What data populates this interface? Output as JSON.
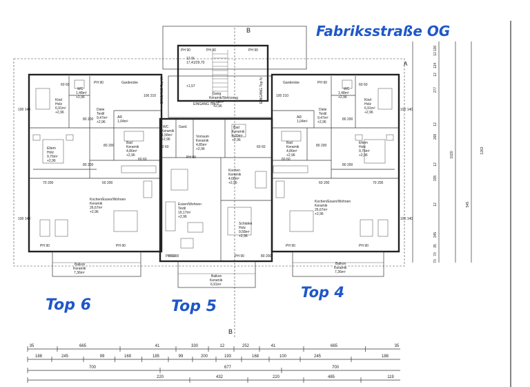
{
  "title_handwritten": "Fabriksstraße OG",
  "top_labels": {
    "left": "Top 6",
    "middle": "Top 5",
    "right": "Top 4"
  },
  "section_marks": {
    "top": "B",
    "bottom": "B",
    "axis_right": "A"
  },
  "stair": {
    "ph": "PH 90",
    "left_ph": "PH 90",
    "right_ph": "PH 90",
    "steps": "12 St",
    "rise": "17,41/29,70",
    "level": "+1,57"
  },
  "corridor": {
    "name": "Gang",
    "floor": "Keramik/Steinzeug",
    "area": "12,04m²",
    "height": "+2,96",
    "entrance_6": "EINGANG Top VI",
    "entrance_5": "EINGANG Top V",
    "entrance_4": "EINGANG Top IV"
  },
  "rooms": {
    "kind_l": {
      "name": "Kind",
      "floor": "Holz",
      "area": "6,91m²",
      "height": "+2,96"
    },
    "wc_l": {
      "name": "WC",
      "area": "1,48m²",
      "height": "+2,96"
    },
    "garderobe_l": {
      "name": "Garderobe"
    },
    "diele_l": {
      "name": "Diele",
      "floor": "Textil",
      "area": "9,47m²",
      "height": "+2,96"
    },
    "ar_l": {
      "name": "AR",
      "area": "1,04m²"
    },
    "bad_l": {
      "name": "Bad",
      "floor": "Keramik",
      "area": "4,86m²",
      "height": "+2,96"
    },
    "eltern_l": {
      "name": "Eltern",
      "floor": "Holz",
      "area": "9,76m²",
      "height": "+2,96"
    },
    "kochen_l": {
      "name": "Kochen/Essen/Wohnen",
      "floor": "Keramik",
      "area": "26,67m²",
      "height": "+2,96"
    },
    "balkon_l": {
      "name": "Balkon",
      "floor": "Keramik",
      "area": "7,36m²"
    },
    "wc_m": {
      "name": "WC",
      "floor": "Keramik",
      "area": "1,58m²",
      "height": "+2,96"
    },
    "gard_m": {
      "name": "Gard."
    },
    "vorraum_m": {
      "name": "Vorraum",
      "floor": "Keramik",
      "area": "4,85m²",
      "height": "+2,96"
    },
    "bad_m": {
      "name": "Bad",
      "floor": "Keramik",
      "area": "4,39m²",
      "height": "+2,96"
    },
    "kochen_m": {
      "name": "Kochen",
      "floor": "Keramik",
      "area": "4,68m²",
      "height": "+2,96"
    },
    "essen_m": {
      "name": "Essen/Wohnen",
      "floor": "Textil",
      "area": "19,17m²",
      "height": "+2,96"
    },
    "schlafen_m": {
      "name": "Schlafen",
      "floor": "Holz",
      "area": "9,58m²",
      "height": "+2,96"
    },
    "balkon_m": {
      "name": "Balkon",
      "floor": "Keramik",
      "area": "6,91m²"
    },
    "garderobe_r": {
      "name": "Garderobe"
    },
    "wc_r": {
      "name": "WC",
      "area": "1,48m²",
      "height": "+2,96"
    },
    "kind_r": {
      "name": "Kind",
      "floor": "Holz",
      "area": "6,91m²",
      "height": "+2,96"
    },
    "ar_r": {
      "name": "AR",
      "area": "1,04m²"
    },
    "diele_r": {
      "name": "Diele",
      "floor": "Textil",
      "area": "9,47m²",
      "height": "+2,96"
    },
    "bad_r": {
      "name": "Bad",
      "floor": "Keramik",
      "area": "4,86m²",
      "height": "+2,96"
    },
    "eltern_r": {
      "name": "Eltern",
      "floor": "Holz",
      "area": "9,76m²",
      "height": "+2,96"
    },
    "kochen_r": {
      "name": "Kochen/Essen/Wohnen",
      "floor": "Keramik",
      "area": "26,67m²",
      "height": "+2,96"
    },
    "balkon_r": {
      "name": "Balkon",
      "floor": "Keramik",
      "area": "7,36m²"
    }
  },
  "door_tags": [
    "PH 90",
    "PH 90",
    "PH 90",
    "PH 90",
    "PH 90",
    "PH 90",
    "PH 90",
    "PH 90",
    "PH 90"
  ],
  "window_tags": [
    "100 140",
    "100 140",
    "100 140",
    "100 140",
    "80 200",
    "80 200",
    "80 200",
    "80 200",
    "80 200",
    "80 200",
    "60 200",
    "60 200",
    "70 200",
    "70 200",
    "100 210",
    "100 210",
    "60 60",
    "60 60",
    "60 60",
    "60 60",
    "60 60",
    "60 60",
    "80 200",
    "80 200"
  ],
  "dims_bottom_row1": [
    "35",
    "665",
    "41",
    "330",
    "12",
    "252",
    "41",
    "665",
    "35"
  ],
  "dims_bottom_row2": [
    "188",
    "245",
    "99",
    "169",
    "185",
    "99",
    "200",
    "193",
    "168",
    "100",
    "245",
    "188"
  ],
  "dims_bottom_row3": [
    "700",
    "677",
    "700"
  ],
  "dims_bottom_row4": [
    "220",
    "432",
    "220",
    "485",
    "119"
  ],
  "dims_right_a": [
    "136",
    "12",
    "124",
    "12",
    "277",
    "12",
    "268",
    "12",
    "335",
    "12",
    "345",
    "35",
    "70",
    "70"
  ],
  "dims_right_b": [
    "1020",
    "545",
    "1263"
  ]
}
